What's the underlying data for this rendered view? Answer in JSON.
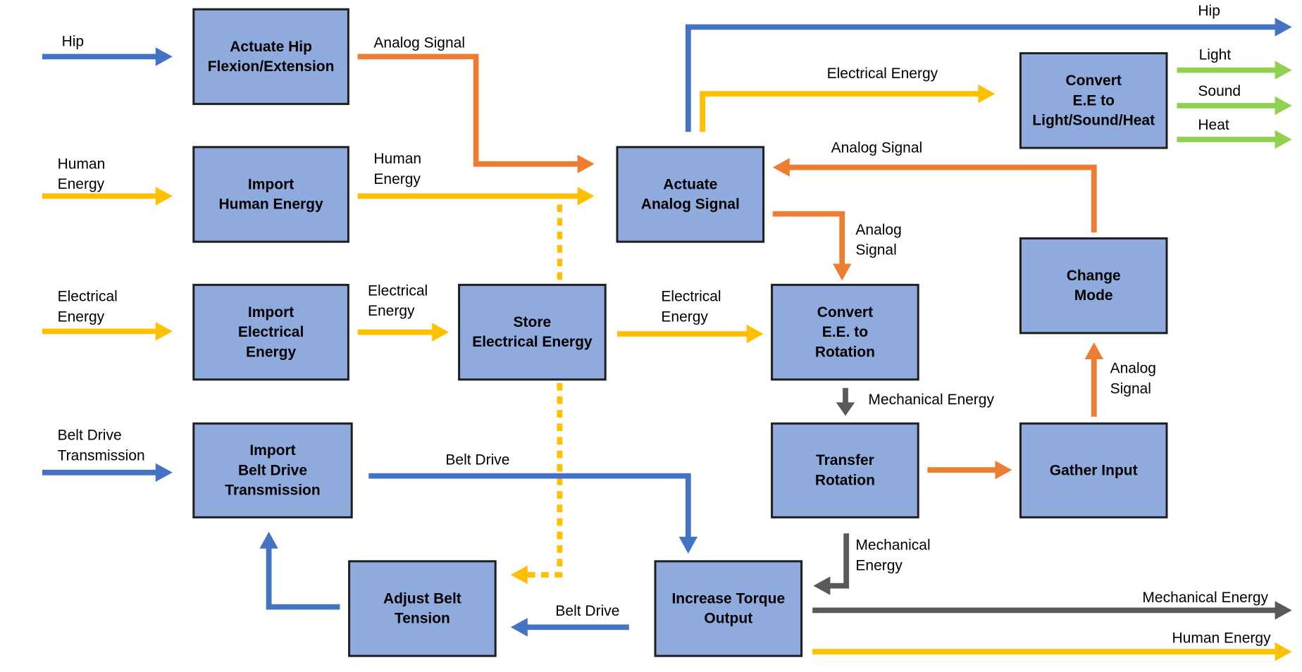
{
  "colors": {
    "blue": "#4472c4",
    "orange": "#ed7d31",
    "yellow": "#ffc000",
    "green": "#92d050",
    "gray": "#595959",
    "box_fill": "#8faadc",
    "box_border": "#1f1f1f"
  },
  "boxes": {
    "actuate_hip": [
      "Actuate Hip",
      "Flexion/Extension"
    ],
    "import_human": [
      "Import",
      "Human Energy"
    ],
    "import_electrical": [
      "Import",
      "Electrical",
      "Energy"
    ],
    "import_belt": [
      "Import",
      "Belt Drive",
      "Transmission"
    ],
    "adjust_belt": [
      "Adjust Belt",
      "Tension"
    ],
    "store_electrical": [
      "Store",
      "Electrical Energy"
    ],
    "actuate_analog": [
      "Actuate",
      "Analog Signal"
    ],
    "convert_rotation": [
      "Convert",
      "E.E. to",
      "Rotation"
    ],
    "transfer_rotation": [
      "Transfer",
      "Rotation"
    ],
    "increase_torque": [
      "Increase Torque",
      "Output"
    ],
    "gather_input": [
      "Gather Input"
    ],
    "change_mode": [
      "Change",
      "Mode"
    ],
    "convert_light": [
      "Convert",
      "E.E to",
      "Light/Sound/Heat"
    ]
  },
  "labels": {
    "hip_in": [
      "Hip"
    ],
    "human_in": [
      "Human",
      "Energy"
    ],
    "electrical_in": [
      "Electrical",
      "Energy"
    ],
    "belt_in": [
      "Belt Drive",
      "Transmission"
    ],
    "analog_top": [
      "Analog Signal"
    ],
    "human_mid": [
      "Human",
      "Energy"
    ],
    "electrical_mid1": [
      "Electrical",
      "Energy"
    ],
    "electrical_mid2": [
      "Electrical",
      "Energy"
    ],
    "belt_drive_top": [
      "Belt Drive"
    ],
    "belt_drive_bottom": [
      "Belt Drive"
    ],
    "analog_right": [
      "Analog",
      "Signal"
    ],
    "mechanical_mid": [
      "Mechanical Energy"
    ],
    "mechanical_low": [
      "Mechanical",
      "Energy"
    ],
    "analog_gather": [
      "Analog",
      "Signal"
    ],
    "analog_change": [
      "Analog Signal"
    ],
    "electrical_top": [
      "Electrical Energy"
    ],
    "hip_out": [
      "Hip"
    ],
    "light_out": [
      "Light"
    ],
    "sound_out": [
      "Sound"
    ],
    "heat_out": [
      "Heat"
    ],
    "mechanical_out": [
      "Mechanical Energy"
    ],
    "human_out": [
      "Human Energy"
    ]
  }
}
